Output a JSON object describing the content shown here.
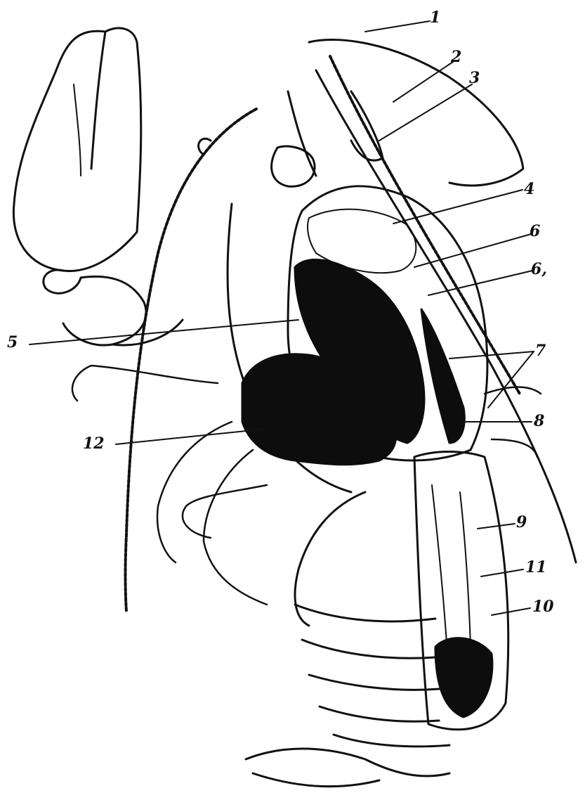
{
  "colors": {
    "ink": "#111111",
    "paper": "#ffffff",
    "mass": "#0d0d0d"
  },
  "labels": {
    "l1": "1",
    "l2": "2",
    "l3": "3",
    "l4": "4",
    "l5": "5",
    "l6": "6",
    "l6a": "6,",
    "l7": "7",
    "l8": "8",
    "l9": "9",
    "l10": "10",
    "l11": "11",
    "l12": "12"
  }
}
